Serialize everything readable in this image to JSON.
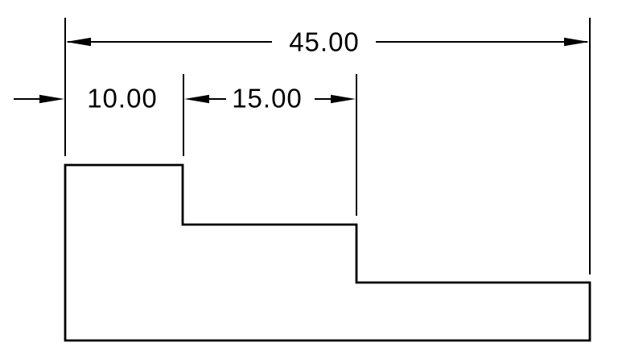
{
  "drawing": {
    "type": "dimensioned-step-profile",
    "background_color": "#ffffff",
    "line_color": "#000000",
    "dimensions": {
      "overall": {
        "label": "45.00",
        "value": 45.0
      },
      "step1": {
        "label": "10.00",
        "value": 10.0
      },
      "step2": {
        "label": "15.00",
        "value": 15.0
      }
    },
    "part": {
      "description": "stepped block outline with three descending steps",
      "overall_width_label": "45.00",
      "step_width_labels": [
        "10.00",
        "15.00"
      ]
    }
  }
}
